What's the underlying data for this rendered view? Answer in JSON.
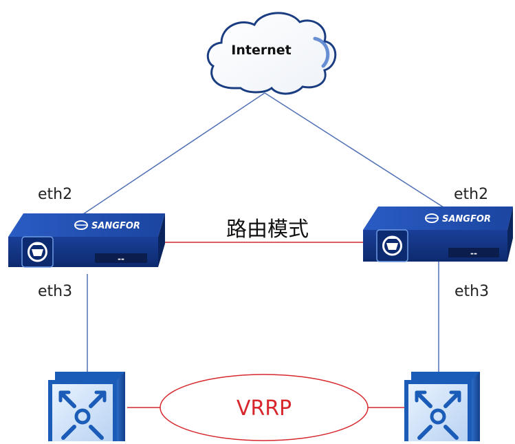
{
  "cloud": {
    "label": "Internet"
  },
  "devices": {
    "left": {
      "brand": "SANGFOR",
      "port_top": "eth2",
      "port_bottom": "eth3",
      "led_text": "--"
    },
    "right": {
      "brand": "SANGFOR",
      "port_top": "eth2",
      "port_bottom": "eth3",
      "led_text": "--"
    }
  },
  "links": {
    "mode_label": "路由模式",
    "vrrp_label": "VRRP"
  },
  "colors": {
    "uplink": "#4f6fb5",
    "peer_link": "#d7272d",
    "device_blue": "#1f47a8",
    "device_dark": "#0f2f78",
    "cloud_stroke": "#1a3d82",
    "switch_blue": "#1a5cb8"
  }
}
